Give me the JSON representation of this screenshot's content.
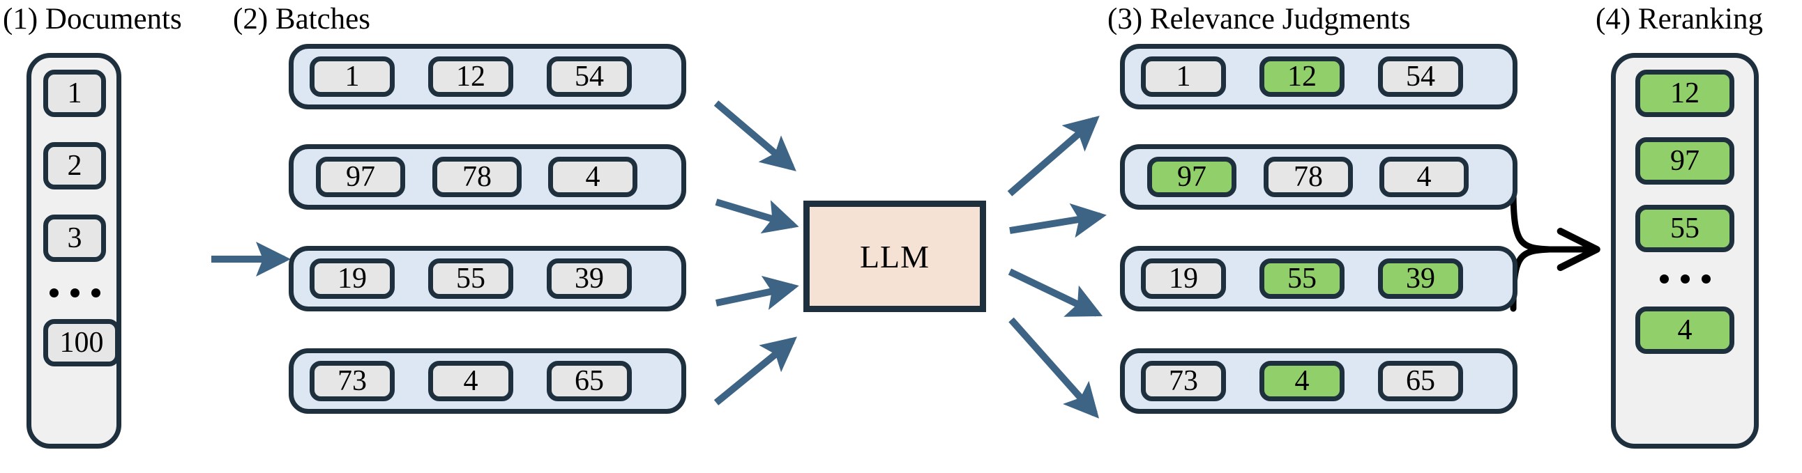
{
  "diagram": {
    "title_font_color": "#000000",
    "colors": {
      "outline": "#1e2f3d",
      "cell_fill": "#e6e6e6",
      "stack_fill": "#f0f0f0",
      "batch_fill": "#dde7f3",
      "relevant_fill": "#90cf6a",
      "llm_fill": "#f6e2d4",
      "arrow_blue": "#3d6385",
      "arrow_black": "#000000"
    },
    "sections": {
      "documents": {
        "caption": "(1) Documents",
        "items": [
          "1",
          "2",
          "3",
          "...",
          "100"
        ]
      },
      "batches": {
        "caption": "(2) Batches",
        "rows": [
          [
            "1",
            "12",
            "54"
          ],
          [
            "97",
            "78",
            "4"
          ],
          [
            "19",
            "55",
            "39"
          ],
          [
            "73",
            "4",
            "65"
          ]
        ]
      },
      "model": {
        "label": "LLM"
      },
      "judgments": {
        "caption": "(3) Relevance Judgments",
        "rows": [
          [
            {
              "value": "1",
              "relevant": false
            },
            {
              "value": "12",
              "relevant": true
            },
            {
              "value": "54",
              "relevant": false
            }
          ],
          [
            {
              "value": "97",
              "relevant": true
            },
            {
              "value": "78",
              "relevant": false
            },
            {
              "value": "4",
              "relevant": false
            }
          ],
          [
            {
              "value": "19",
              "relevant": false
            },
            {
              "value": "55",
              "relevant": true
            },
            {
              "value": "39",
              "relevant": true
            }
          ],
          [
            {
              "value": "73",
              "relevant": false
            },
            {
              "value": "4",
              "relevant": true
            },
            {
              "value": "65",
              "relevant": false
            }
          ]
        ]
      },
      "reranking": {
        "caption": "(4) Reranking",
        "items": [
          {
            "value": "12",
            "relevant": true
          },
          {
            "value": "97",
            "relevant": true
          },
          {
            "value": "55",
            "relevant": true
          },
          {
            "value": "...",
            "relevant": false
          },
          {
            "value": "4",
            "relevant": true
          }
        ]
      }
    }
  }
}
